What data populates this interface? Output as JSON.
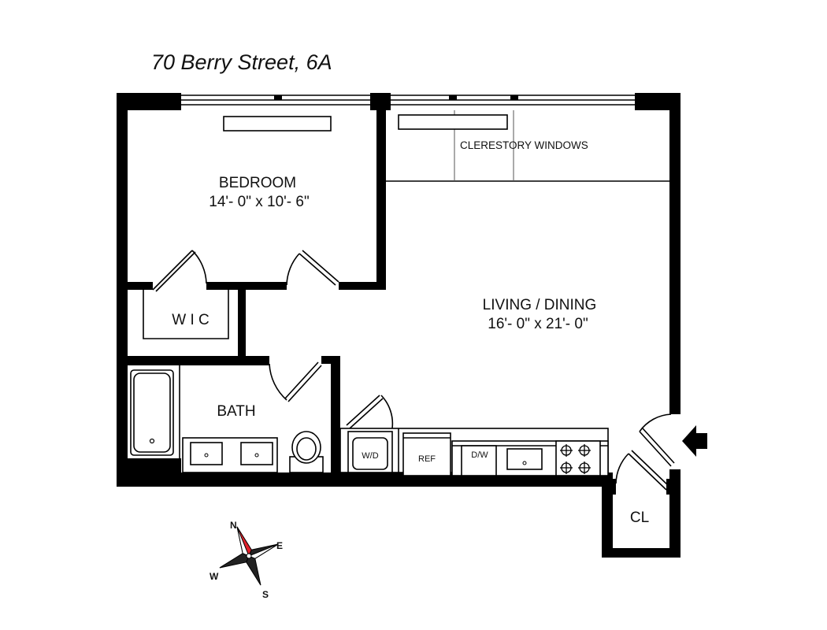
{
  "title": "70 Berry Street, 6A",
  "rooms": {
    "bedroom": {
      "name": "BEDROOM",
      "dims": "14'- 0\" x 10'- 6\""
    },
    "living": {
      "name": "LIVING / DINING",
      "dims": "16'- 0\" x 21'- 0\""
    },
    "wic": {
      "name": "W I C"
    },
    "bath": {
      "name": "BATH"
    },
    "closet": {
      "name": "CL"
    }
  },
  "labels": {
    "clerestory": "CLERESTORY WINDOWS",
    "washer_dryer": "W/D",
    "refrigerator": "REF",
    "dishwasher": "D/W"
  },
  "compass": {
    "n": "N",
    "e": "E",
    "s": "S",
    "w": "W",
    "needle_color": "#e0202a"
  }
}
